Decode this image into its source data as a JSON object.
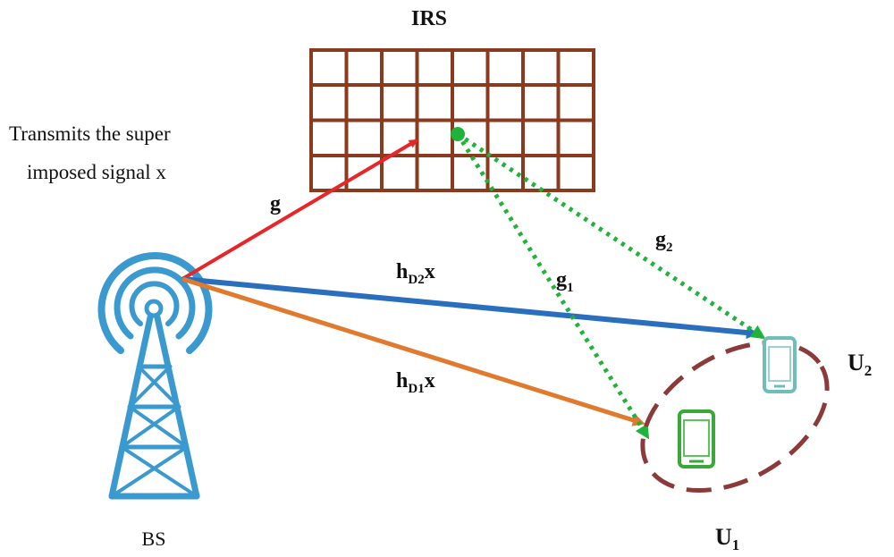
{
  "labels": {
    "irs": "IRS",
    "bs": "BS",
    "transmit_line1": "Transmits the super",
    "transmit_line2": "imposed signal x",
    "g": "g",
    "g1_main": "g",
    "g1_sub": "1",
    "g2_main": "g",
    "g2_sub": "2",
    "hd2_h": "h",
    "hd2_sub": "D2",
    "hd2_x": "x",
    "hd1_h": "h",
    "hd1_sub": "D1",
    "hd1_x": "x",
    "u1_main": "U",
    "u1_sub": "1",
    "u2_main": "U",
    "u2_sub": "2"
  },
  "colors": {
    "irs_grid": "#8b3a1e",
    "link_g": "#e8262a",
    "link_hd2": "#2a6fbe",
    "link_hd1": "#e07a2e",
    "link_reflect": "#1fb33a",
    "tower": "#3a9ad0",
    "cluster": "#8b3a3a",
    "phone_u1": "#3aa83a",
    "phone_u2": "#6fbfb8"
  },
  "icons": [
    "base-station-tower-icon",
    "smartphone-icon",
    "irs-panel"
  ]
}
